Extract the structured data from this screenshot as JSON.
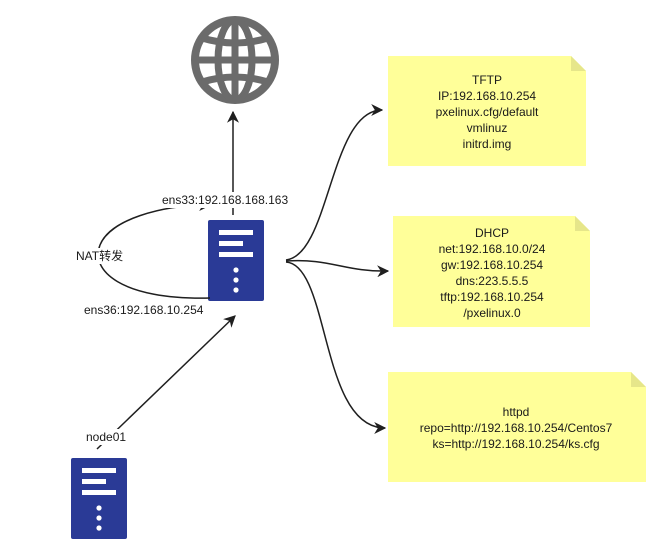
{
  "colors": {
    "server": "#2a3a96",
    "globe": "#6b6b6b",
    "note_fill": "#ffff99",
    "note_fold": "#e6e68a",
    "edge": "#1f1f1f"
  },
  "icons": {
    "internet": "globe-icon",
    "gateway_server": "server-icon",
    "client_server": "server-icon"
  },
  "labels": {
    "ens33": "ens33:192.168.168.163",
    "ens36": "ens36:192.168.10.254",
    "nat": "NAT转发",
    "node01": "node01"
  },
  "notes": {
    "tftp": [
      "TFTP",
      "IP:192.168.10.254",
      "pxelinux.cfg/default",
      "vmlinuz",
      "initrd.img"
    ],
    "dhcp": [
      "DHCP",
      "net:192.168.10.0/24",
      "gw:192.168.10.254",
      "dns:223.5.5.5",
      "tftp:192.168.10.254",
      "/pxelinux.0"
    ],
    "httpd": [
      "httpd",
      "repo=http://192.168.10.254/Centos7",
      "ks=http://192.168.10.254/ks.cfg"
    ]
  }
}
